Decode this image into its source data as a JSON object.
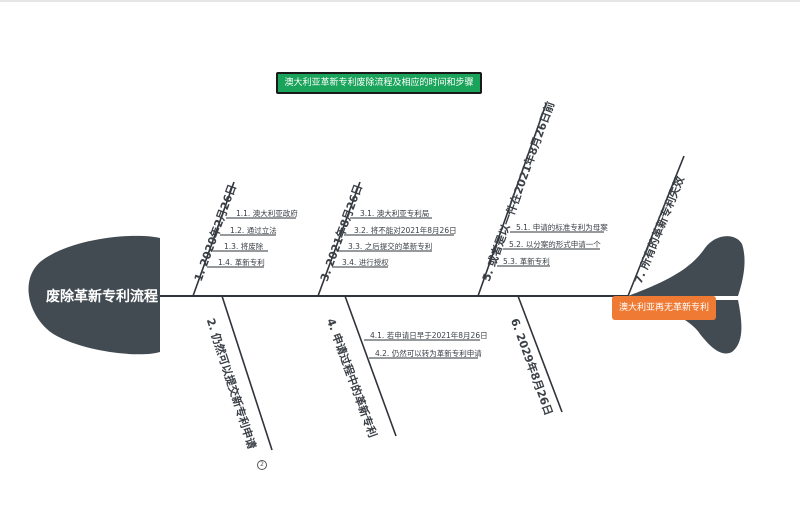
{
  "diagram": {
    "title": "澳大利亚革新专利废除流程及相应的时间和步骤",
    "head": "废除革新专利流程",
    "tail": "澳大利亚再无革新专利",
    "bones": [
      {
        "label": "1. 2020年2月26日",
        "subs": [
          "1.1. 澳大利亚政府",
          "1.2. 通过立法",
          "1.3. 将废除",
          "1.4. 革新专利"
        ]
      },
      {
        "label": "2. 仍然可以提交新专利申请",
        "subs": []
      },
      {
        "label": "3. 2021年8月26日",
        "subs": [
          "3.1. 澳大利亚专利局",
          "3.2. 将不能对2021年8月26日",
          "3.3. 之后提交的革新专利",
          "3.4. 进行授权"
        ]
      },
      {
        "label": "4. 申请过程中的革新专利",
        "subs": [
          "4.1. 若申请日早于2021年8月26日",
          "4.2. 仍然可以转为革新专利申请"
        ]
      },
      {
        "label": "5. 或者是以一件在2021年8月26日前",
        "subs": [
          "5.1. 申请的标准专利为母案",
          "5.2. 以分案的形式申请一个",
          "5.3. 革新专利"
        ]
      },
      {
        "label": "6. 2029年8月26日",
        "subs": []
      },
      {
        "label": "7. 所有的革新专利失效",
        "subs": []
      }
    ],
    "marker": "2",
    "colors": {
      "fish": "#434b52",
      "title_bg": "#1aa35a",
      "tail_bg": "#ef7a34",
      "line": "#2f343a"
    }
  }
}
